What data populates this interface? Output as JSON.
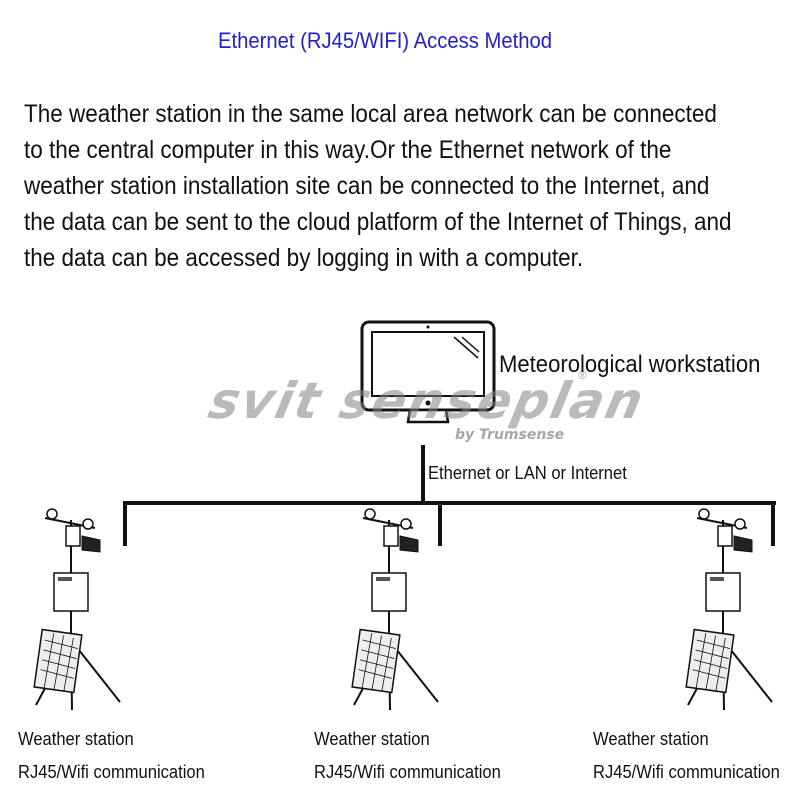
{
  "title": "Ethernet (RJ45/WIFI) Access Method",
  "description": "The weather station in the same local area network can be connected to the central computer in this way.Or the Ethernet network of the weather station installation site can be connected to the Internet, and the data can be sent to the cloud platform of the Internet of Things, and the data can be accessed by logging in with a computer.",
  "workstation": {
    "label": "Meteorological workstation"
  },
  "network": {
    "label": "Ethernet or LAN or Internet"
  },
  "watermark": {
    "brand": "svit senseplan",
    "sub": "by Trumsense",
    "mark": "®"
  },
  "stations": [
    {
      "name": "Weather station",
      "comm": "RJ45/Wifi communication"
    },
    {
      "name": "Weather station",
      "comm": "RJ45/Wifi communication"
    },
    {
      "name": "Weather station",
      "comm": "RJ45/Wifi communication"
    }
  ]
}
